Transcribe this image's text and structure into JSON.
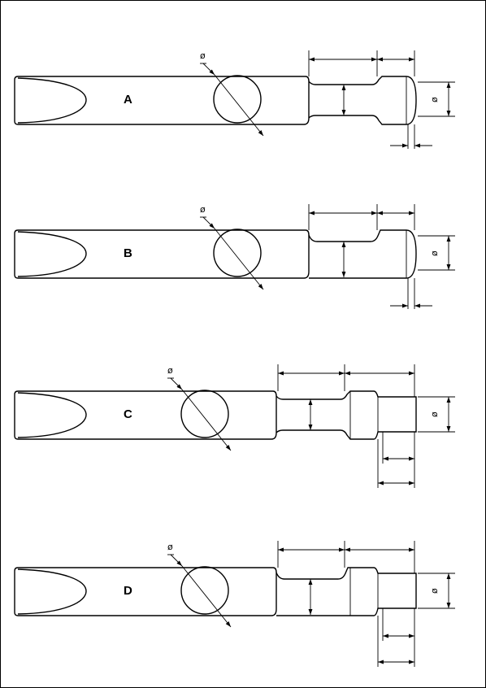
{
  "diagram": {
    "views": [
      {
        "id": "a",
        "label": "A",
        "diameter_symbol": "ø",
        "end_diameter_symbol": "ø",
        "variant": "straight-end"
      },
      {
        "id": "b",
        "label": "B",
        "diameter_symbol": "ø",
        "end_diameter_symbol": "ø",
        "variant": "straight-end"
      },
      {
        "id": "c",
        "label": "C",
        "diameter_symbol": "ø",
        "end_diameter_symbol": "ø",
        "variant": "stepped-end"
      },
      {
        "id": "d",
        "label": "D",
        "diameter_symbol": "ø",
        "end_diameter_symbol": "ø",
        "variant": "stepped-end"
      }
    ]
  }
}
